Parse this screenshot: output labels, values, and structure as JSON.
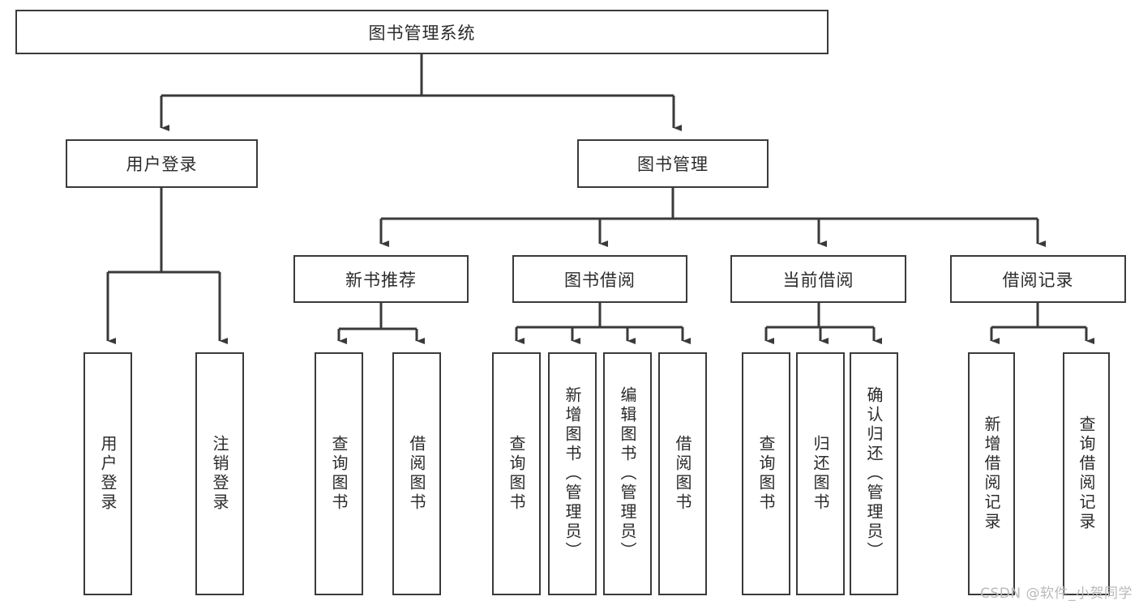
{
  "diagram": {
    "title": "图书管理系统",
    "type": "tree",
    "watermark": "CSDN @软件_小贺同学",
    "colors": {
      "border": "#3a3a3a",
      "text": "#2b2b2b",
      "background": "#ffffff",
      "edge": "#3a3a3a",
      "watermark": "#b9b9b9"
    },
    "nodes": {
      "root": {
        "label": "图书管理系统"
      },
      "level2": [
        {
          "id": "user-login",
          "label": "用户登录"
        },
        {
          "id": "book-manage",
          "label": "图书管理"
        }
      ],
      "level3": [
        {
          "id": "new-book-recommend",
          "label": "新书推荐"
        },
        {
          "id": "book-borrow",
          "label": "图书借阅"
        },
        {
          "id": "current-borrow",
          "label": "当前借阅"
        },
        {
          "id": "borrow-record",
          "label": "借阅记录"
        }
      ],
      "leaves": {
        "user-login": [
          {
            "id": "leaf-user-login",
            "label": "用户登录"
          },
          {
            "id": "leaf-logout-login",
            "label": "注销登录"
          }
        ],
        "new-book-recommend": [
          {
            "id": "leaf-query-book-1",
            "label": "查询图书"
          },
          {
            "id": "leaf-borrow-book-1",
            "label": "借阅图书"
          }
        ],
        "book-borrow": [
          {
            "id": "leaf-query-book-2",
            "label": "查询图书"
          },
          {
            "id": "leaf-add-book",
            "label": "新增图书（管理员）"
          },
          {
            "id": "leaf-edit-book",
            "label": "编辑图书（管理员）"
          },
          {
            "id": "leaf-borrow-book-2",
            "label": "借阅图书"
          }
        ],
        "current-borrow": [
          {
            "id": "leaf-query-book-3",
            "label": "查询图书"
          },
          {
            "id": "leaf-return-book",
            "label": "归还图书"
          },
          {
            "id": "leaf-confirm-return",
            "label": "确认归还（管理员）"
          }
        ],
        "borrow-record": [
          {
            "id": "leaf-add-borrow-record",
            "label": "新增借阅记录"
          },
          {
            "id": "leaf-query-borrow-record",
            "label": "查询借阅记录"
          }
        ]
      }
    }
  }
}
